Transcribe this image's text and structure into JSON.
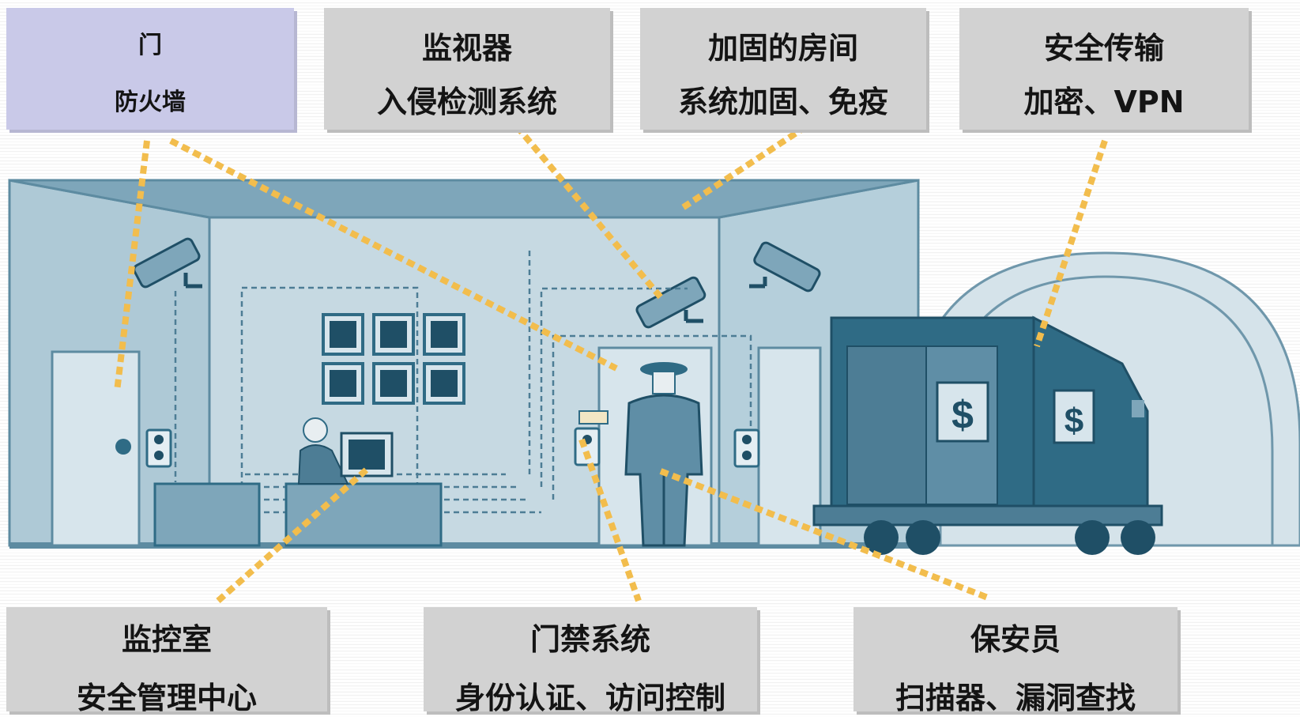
{
  "labels": {
    "door": {
      "line1": "门",
      "line2": "防火墙"
    },
    "monitor": {
      "line1": "监视器",
      "line2": "入侵检测系统"
    },
    "hardened_room": {
      "line1": "加固的房间",
      "line2": "系统加固、免疫"
    },
    "secure_transport": {
      "line1": "安全传输",
      "line2": "加密、VPN"
    },
    "control_room": {
      "line1": "监控室",
      "line2": "安全管理中心"
    },
    "access_control": {
      "line1": "门禁系统",
      "line2": "身份认证、访问控制"
    },
    "guard": {
      "line1": "保安员",
      "line2": "扫描器、漏洞查找"
    }
  },
  "truck_signs": [
    "$",
    "$"
  ],
  "colors": {
    "wall_light": "#c3d6e0",
    "wall_mid": "#9bbccc",
    "wall_dark": "#5f8ea6",
    "truck": "#2f6b85",
    "truck_dark": "#1f4f66",
    "leader_line": "#f2bd4d",
    "label_bg": "#d2d2d2",
    "label_highlight": "#c9c9e8"
  }
}
